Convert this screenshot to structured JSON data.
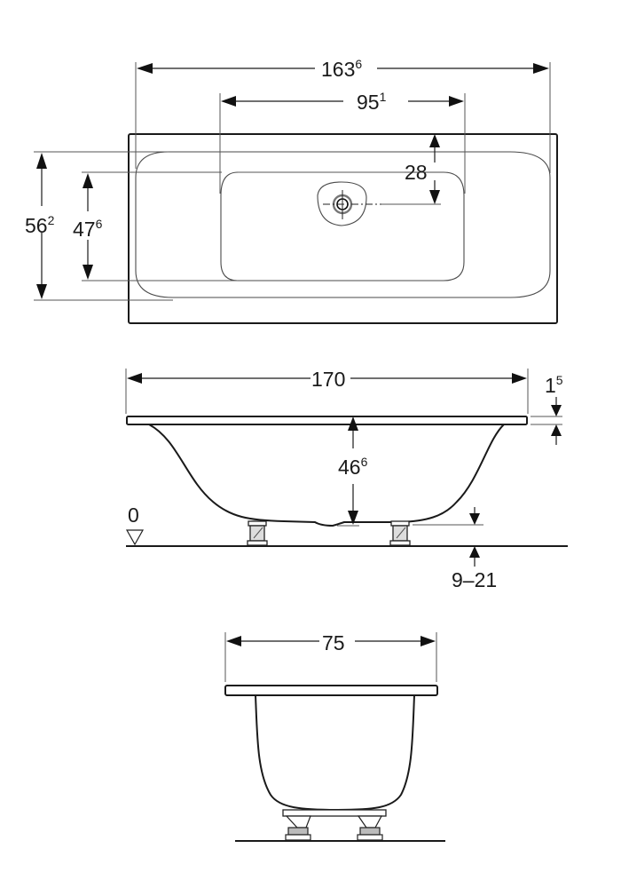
{
  "drawing": {
    "type": "technical dimension drawing - bathtub",
    "units": "cm",
    "top_view": {
      "overall_length": {
        "main": "163",
        "sup": "6"
      },
      "inner_length": {
        "main": "95",
        "sup": "1"
      },
      "drain_offset": {
        "main": "28",
        "sup": ""
      },
      "overall_width": {
        "main": "56",
        "sup": "2"
      },
      "inner_width": {
        "main": "47",
        "sup": "6"
      }
    },
    "side_view": {
      "overall_length": {
        "main": "170",
        "sup": ""
      },
      "rim_thickness": {
        "main": "1",
        "sup": "5"
      },
      "depth": {
        "main": "46",
        "sup": "6"
      },
      "floor_level": "0",
      "foot_height": "9–21"
    },
    "end_view": {
      "overall_width": {
        "main": "75",
        "sup": ""
      }
    }
  }
}
